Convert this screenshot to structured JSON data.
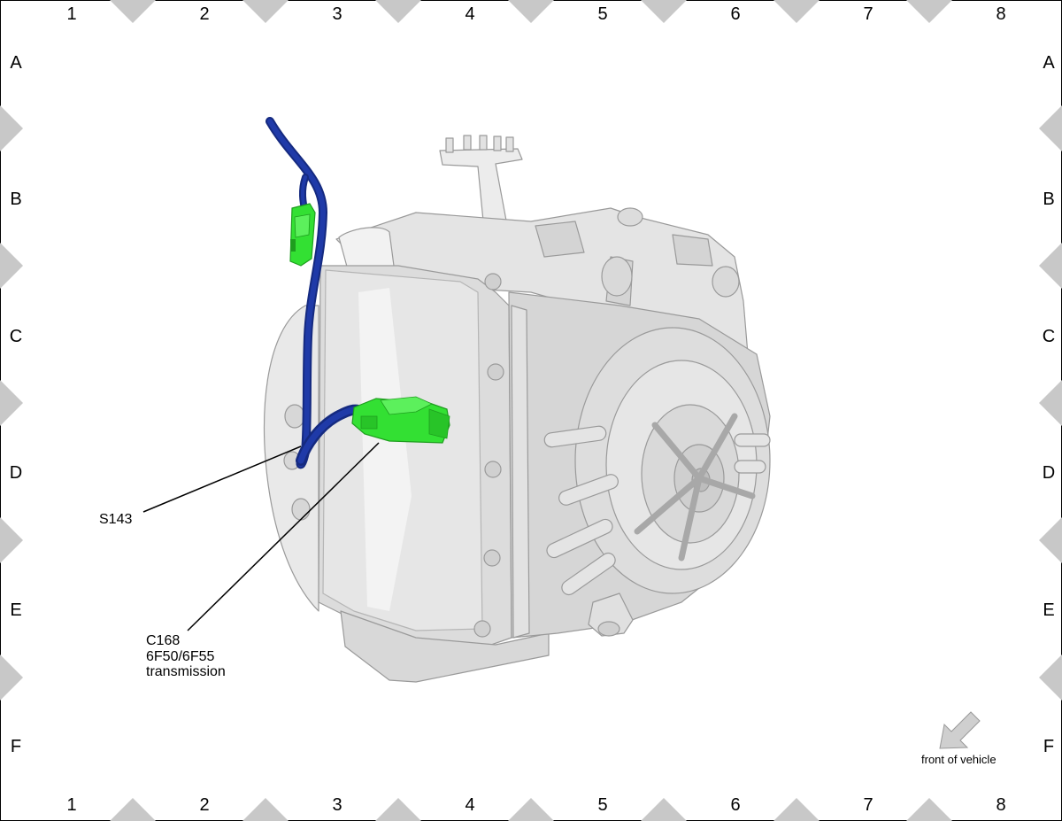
{
  "grid": {
    "columns": [
      "1",
      "2",
      "3",
      "4",
      "5",
      "6",
      "7",
      "8"
    ],
    "rows": [
      "A",
      "B",
      "C",
      "D",
      "E",
      "F"
    ]
  },
  "callouts": {
    "splice": "S143",
    "connector": {
      "id": "C168",
      "line1": "6F50/6F55",
      "line2": "transmission"
    }
  },
  "orientation": {
    "label": "front of vehicle",
    "icon": "arrow-down-left-icon"
  },
  "colors": {
    "harness": "#1f3aa8",
    "harness_dark": "#152a80",
    "connector": "#33e033",
    "connector_dark": "#1e9e1e",
    "housing": "#e6e6e6",
    "housing_shade": "#c4c4c4",
    "housing_edge": "#9a9a9a",
    "grid_marker": "#c8c8c8"
  }
}
